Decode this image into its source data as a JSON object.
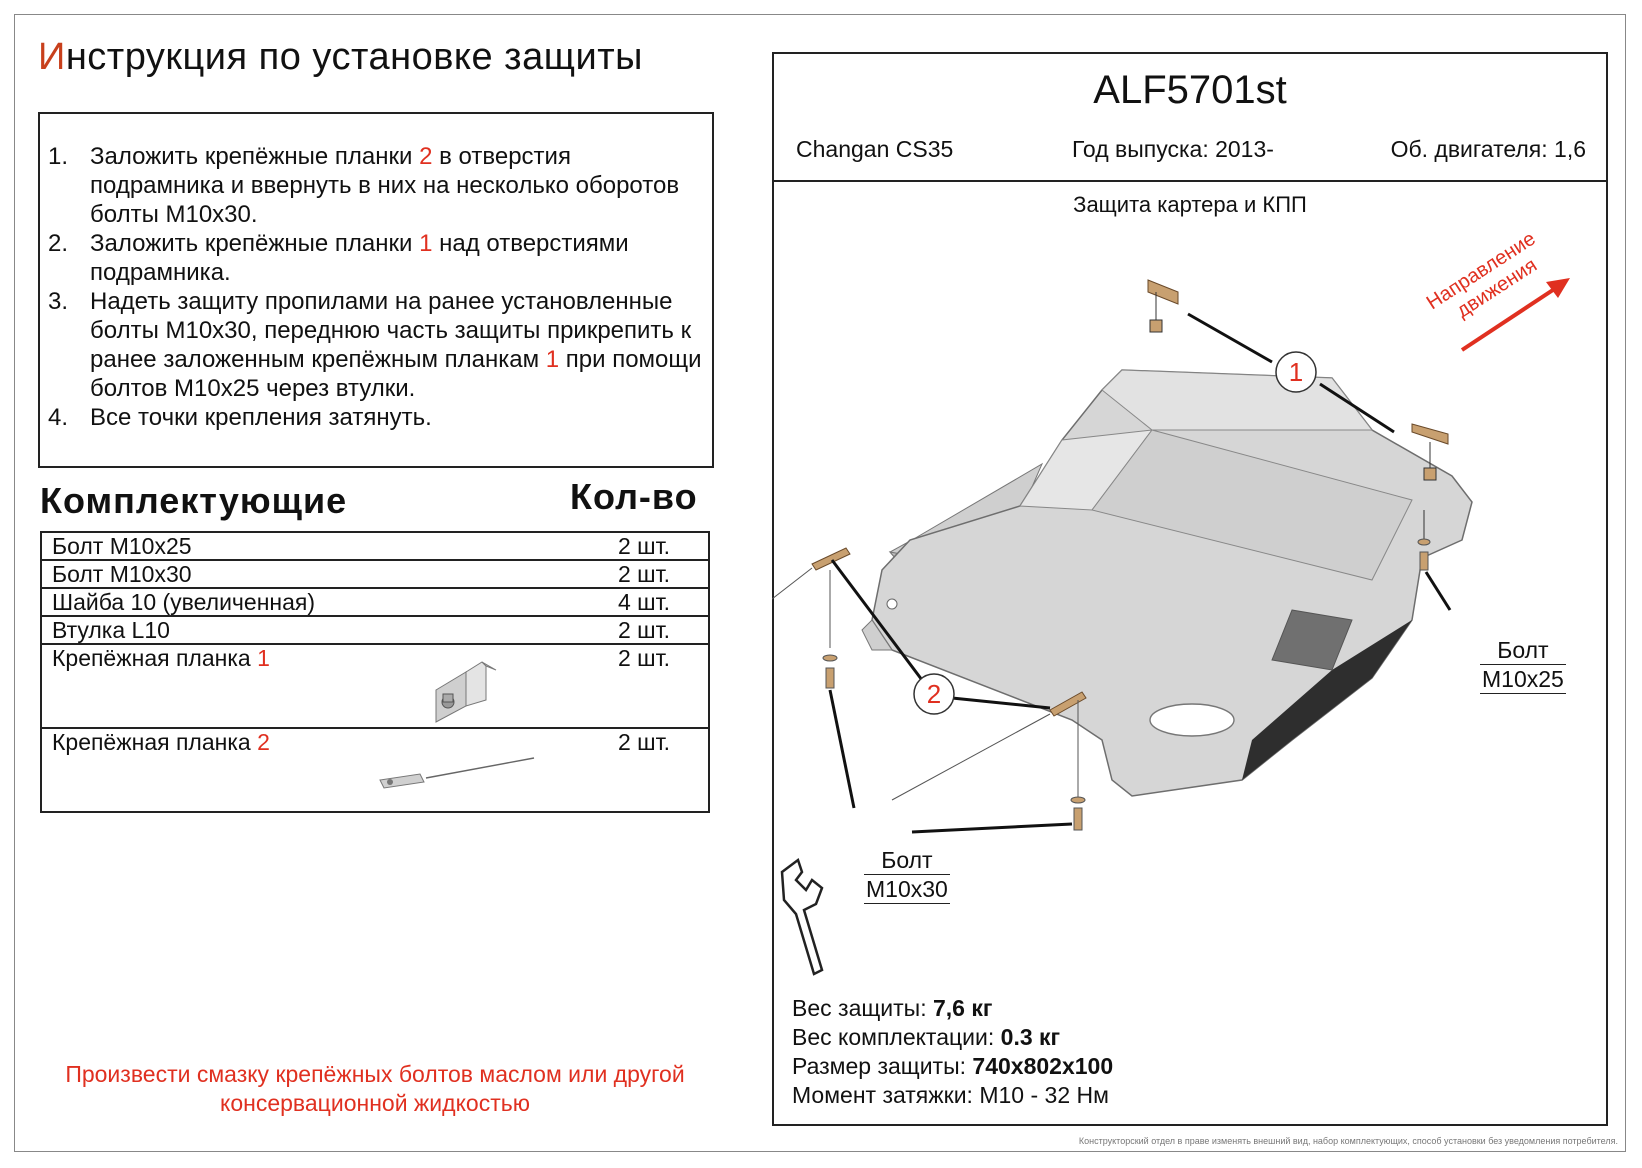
{
  "title": {
    "first_letter": "И",
    "rest": "нструкция по установке защиты"
  },
  "instructions": [
    {
      "num": "1.",
      "parts": [
        "Заложить крепёжные планки ",
        "2",
        " в отверстия подрамника и ввернуть в них на несколько оборотов болты М10х30."
      ]
    },
    {
      "num": "2.",
      "parts": [
        "Заложить крепёжные планки ",
        "1",
        " над отверстиями подрамника."
      ]
    },
    {
      "num": "3.",
      "parts": [
        "Надеть защиту пропилами на ранее установленные болты М10х30, переднюю часть защиты прикрепить к ранее заложенным крепёжным планкам ",
        "1",
        " при помощи болтов М10х25 через втулки."
      ]
    },
    {
      "num": "4.",
      "parts": [
        "Все точки крепления затянуть.",
        "",
        ""
      ]
    }
  ],
  "components": {
    "heading": "Комплектующие",
    "qty_heading": "Кол-во",
    "rows": [
      {
        "name": "Болт М10х25",
        "num": "",
        "qty": "2 шт."
      },
      {
        "name": "Болт М10х30",
        "num": "",
        "qty": "2 шт."
      },
      {
        "name": "Шайба 10 (увеличенная)",
        "num": "",
        "qty": "4 шт."
      },
      {
        "name": "Втулка L10",
        "num": "",
        "qty": "2 шт."
      },
      {
        "name": "Крепёжная планка ",
        "num": "1",
        "qty": "2 шт."
      },
      {
        "name": "Крепёжная планка ",
        "num": "2",
        "qty": "2 шт."
      }
    ]
  },
  "note": "Произвести смазку крепёжных болтов маслом или другой консервационной жидкостью",
  "product": {
    "code": "ALF5701st",
    "car": "Changan CS35",
    "year": "Год выпуска: 2013-",
    "engine": "Об. двигателя: 1,6",
    "subtitle": "Защита картера и КПП"
  },
  "diagram": {
    "direction_line1": "Направление",
    "direction_line2": "движения",
    "callout1": "1",
    "callout2": "2",
    "bolt_a_line1": "Болт",
    "bolt_a_line2": "М10х25",
    "bolt_b_line1": "Болт",
    "bolt_b_line2": "М10х30",
    "colors": {
      "plate": "#d9d9d9",
      "bracket": "#c8a070",
      "arrow": "#e03020",
      "dark": "#333333"
    }
  },
  "specs": [
    {
      "label": "Вес защиты: ",
      "value": "7,6 кг",
      "bold": true
    },
    {
      "label": "Вес комплектации: ",
      "value": "0.3 кг",
      "bold": true
    },
    {
      "label": "Размер защиты: ",
      "value": "740x802x100",
      "bold": true
    },
    {
      "label": "Момент затяжки:  ",
      "value": "М10 - 32 Нм",
      "bold": false
    }
  ],
  "footer": "Конструкторский отдел в праве изменять внешний вид, набор комплектующих, способ установки без уведомления потребителя."
}
